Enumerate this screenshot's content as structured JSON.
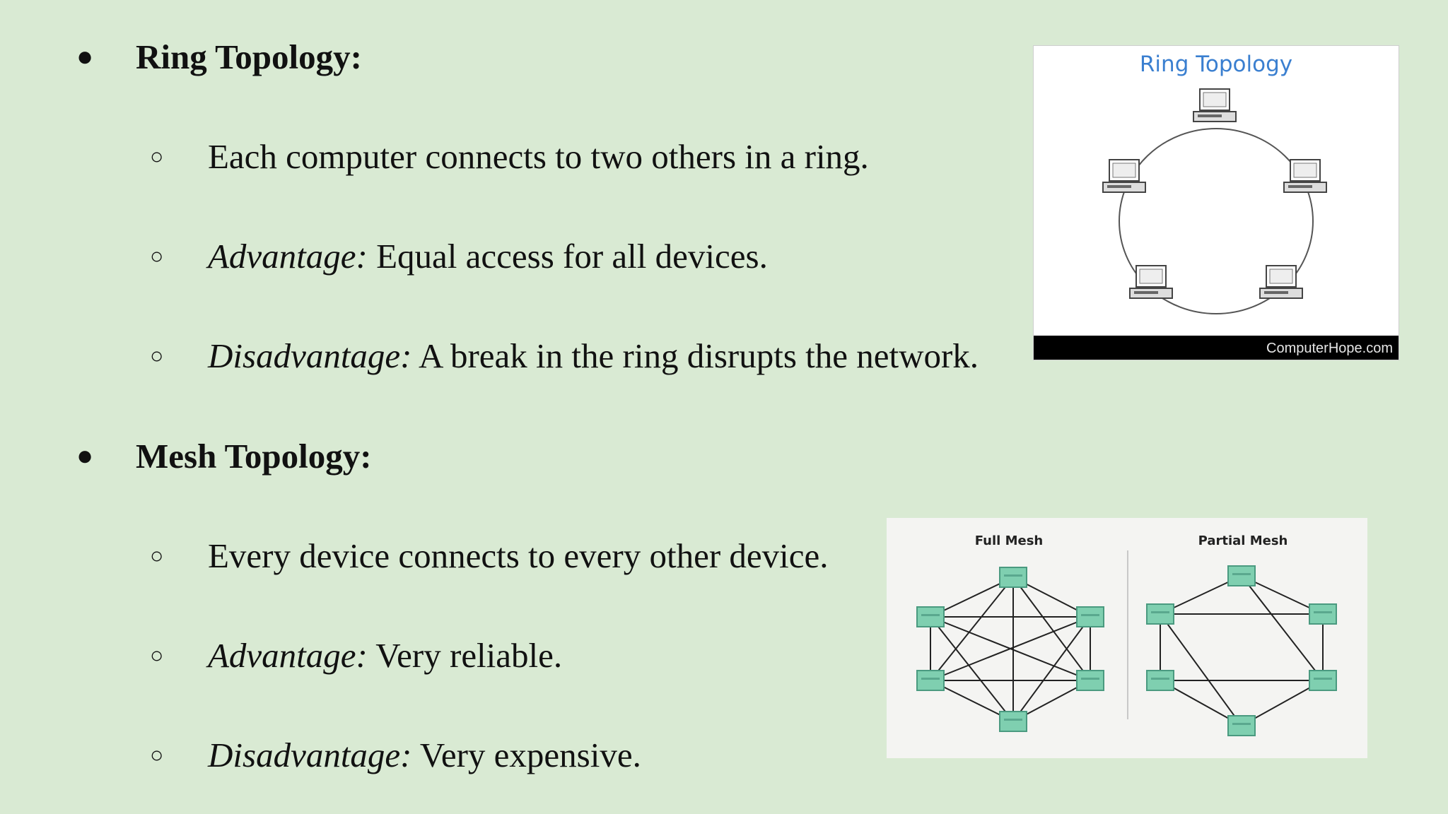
{
  "ring": {
    "heading": "Ring Topology:",
    "points": [
      {
        "label": "",
        "text": "Each computer connects to two others in a ring."
      },
      {
        "label": "Advantage:",
        "text": " Equal access for all devices."
      },
      {
        "label": "Disadvantage:",
        "text": " A break in the ring disrupts the network."
      }
    ],
    "figure": {
      "title": "Ring Topology",
      "credit": "ComputerHope.com",
      "title_color": "#3a7fd0"
    }
  },
  "mesh": {
    "heading": "Mesh Topology:",
    "points": [
      {
        "label": "",
        "text": "Every device connects to every other device."
      },
      {
        "label": "Advantage:",
        "text": " Very reliable."
      },
      {
        "label": "Disadvantage:",
        "text": " Very expensive."
      }
    ],
    "figure": {
      "full_title": "Full Mesh",
      "partial_title": "Partial Mesh",
      "node_color": "#7fcfb0"
    }
  },
  "markers": {
    "bullet": "●",
    "sub_bullet": "○"
  },
  "colors": {
    "background": "#d9ead3"
  }
}
